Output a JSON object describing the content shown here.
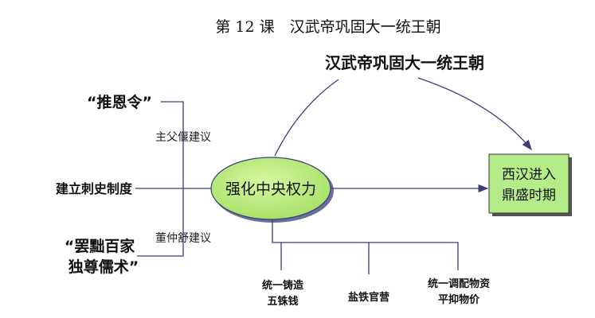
{
  "title": "第 12 课　汉武帝巩固大一统王朝",
  "top_label": "汉武帝巩固大一统王朝",
  "center": "强化中央权力",
  "result": [
    "西汉进入",
    "鼎盛时期"
  ],
  "left": {
    "item1": "“推恩令”",
    "note1": "主父偃建议",
    "item2": "建立刺史制度",
    "note2": "董仲舒建议",
    "item3": [
      "“罢黜百家",
      "独尊儒术”"
    ]
  },
  "bottom": {
    "b1": [
      "统一铸造",
      "五铢钱"
    ],
    "b2": "盐铁官营",
    "b3": [
      "统一调配物资",
      "平抑物价"
    ]
  },
  "colors": {
    "ellipse": "#b8ec7a",
    "box": "#b4ec8a",
    "line": "#3a3f7a"
  }
}
